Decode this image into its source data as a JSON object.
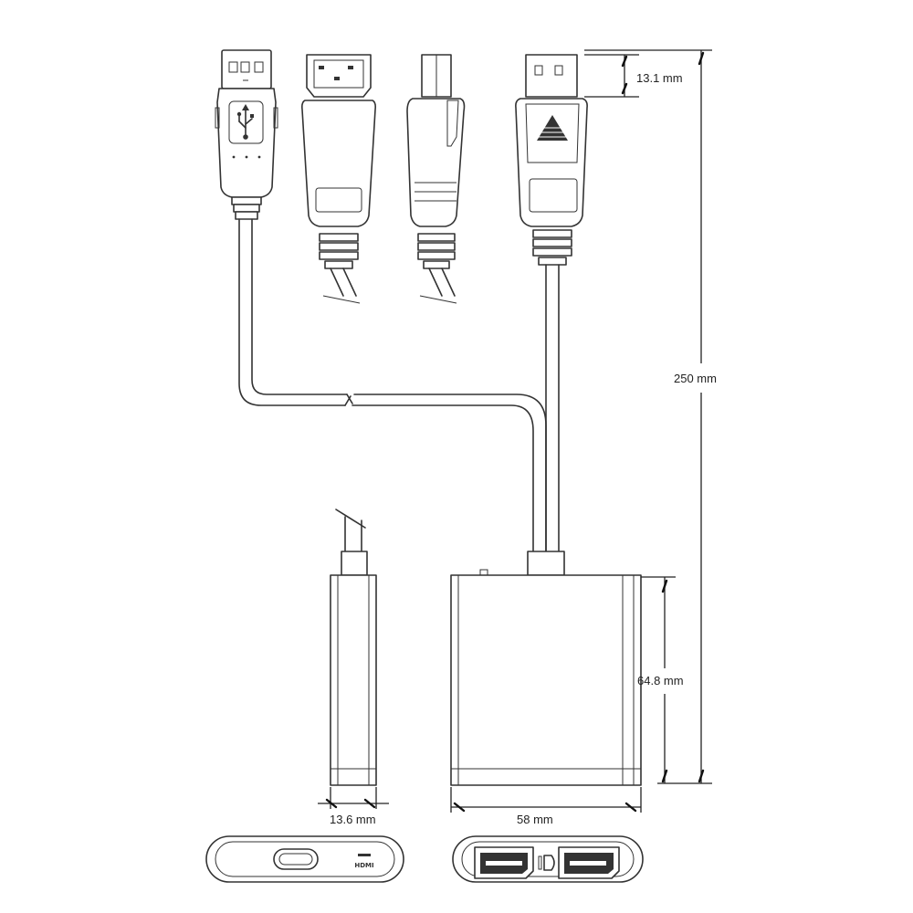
{
  "dimensions": {
    "plug_length": "13.1 mm",
    "cable_length": "250 mm",
    "body_height": "64.8 mm",
    "body_depth": "13.6 mm",
    "body_width": "58 mm"
  },
  "port_labels": {
    "hdmi_side": "HDMI"
  },
  "icons": [
    "usb-trident-icon",
    "displayport-triangle-icon",
    "displayport-logo-icon"
  ]
}
